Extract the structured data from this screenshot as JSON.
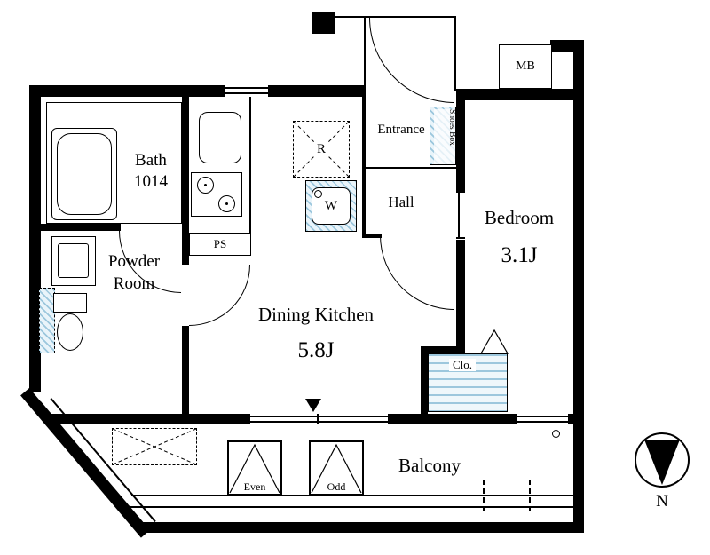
{
  "floorplan": {
    "rooms": {
      "bath": {
        "name": "Bath",
        "size": "1014"
      },
      "powder_room": {
        "name": "Powder Room"
      },
      "pipe_space": {
        "label": "PS"
      },
      "refrigerator": {
        "label": "R"
      },
      "washer": {
        "label": "W"
      },
      "entrance": {
        "label": "Entrance"
      },
      "shoes_box": {
        "label": "Shoes Box"
      },
      "hall": {
        "label": "Hall"
      },
      "meter_box": {
        "label": "MB"
      },
      "bedroom": {
        "name": "Bedroom",
        "size": "3.1J"
      },
      "dining_kitchen": {
        "name": "Dining Kitchen",
        "size": "5.8J"
      },
      "closet": {
        "label": "Clo."
      },
      "balcony": {
        "label": "Balcony"
      }
    },
    "markers": {
      "even": "Even",
      "odd": "Odd",
      "north": "N"
    },
    "colors": {
      "wall": "#000000",
      "hatch_line": "#9cc7dd",
      "hatch_bg": "#e9f4fa",
      "background": "#ffffff"
    }
  }
}
